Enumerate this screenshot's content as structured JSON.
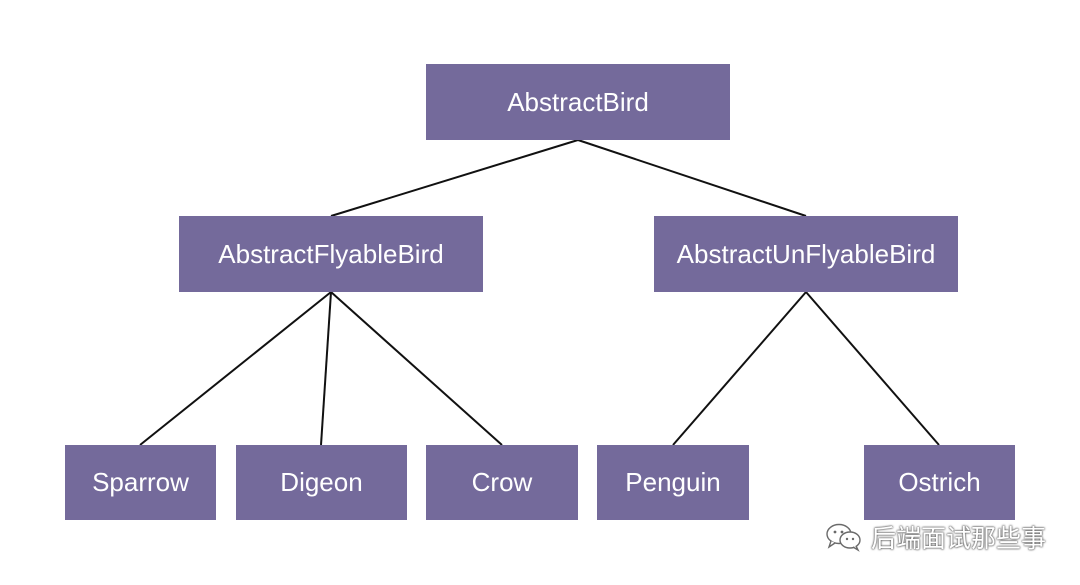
{
  "nodes": {
    "abstract_bird": "AbstractBird",
    "abstract_flyable_bird": "AbstractFlyableBird",
    "abstract_unflyable_bird": "AbstractUnFlyableBird",
    "sparrow": "Sparrow",
    "digeon": "Digeon",
    "crow": "Crow",
    "penguin": "Penguin",
    "ostrich": "Ostrich"
  },
  "edges": [
    [
      "abstract_bird",
      "abstract_flyable_bird"
    ],
    [
      "abstract_bird",
      "abstract_unflyable_bird"
    ],
    [
      "abstract_flyable_bird",
      "sparrow"
    ],
    [
      "abstract_flyable_bird",
      "digeon"
    ],
    [
      "abstract_flyable_bird",
      "crow"
    ],
    [
      "abstract_unflyable_bird",
      "penguin"
    ],
    [
      "abstract_unflyable_bird",
      "ostrich"
    ]
  ],
  "watermark": {
    "text": "后端面试那些事",
    "icon": "wechat-icon"
  },
  "colors": {
    "node_fill": "#746a9b",
    "node_text": "#ffffff",
    "edge": "#111111"
  }
}
